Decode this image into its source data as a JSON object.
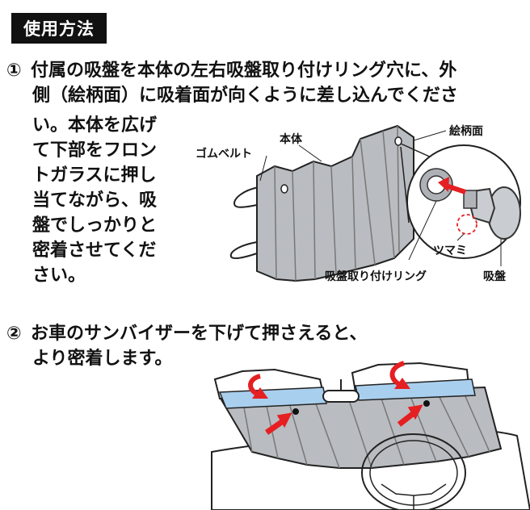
{
  "header": {
    "title": "使用方法"
  },
  "step1": {
    "number": "①",
    "line1": "付属の吸盤を本体の左右吸盤取り付けリング穴に、外",
    "line2": "側（絵柄面）に吸着面が向くように差し込んでくださ",
    "side_lines": [
      "い。本体を広げ",
      "て下部をフロン",
      "トガラスに押し",
      "当てながら、吸",
      "盤でしっかりと",
      "密着させてくだ",
      "さい。"
    ]
  },
  "diagram1": {
    "labels": {
      "rubber_belt": "ゴムベルト",
      "body": "本体",
      "pattern_side": "絵柄面",
      "knob": "ツマミ",
      "ring": "吸盤取り付けリング",
      "suction_cup": "吸盤"
    }
  },
  "step2": {
    "number": "②",
    "line1": "お車のサンバイザーを下げて押さえると、",
    "line2": "より密着します。"
  },
  "colors": {
    "shade_gray": "#b9bcc0",
    "visor_blue": "#a9cfee",
    "arrow_red": "#e51f22"
  }
}
